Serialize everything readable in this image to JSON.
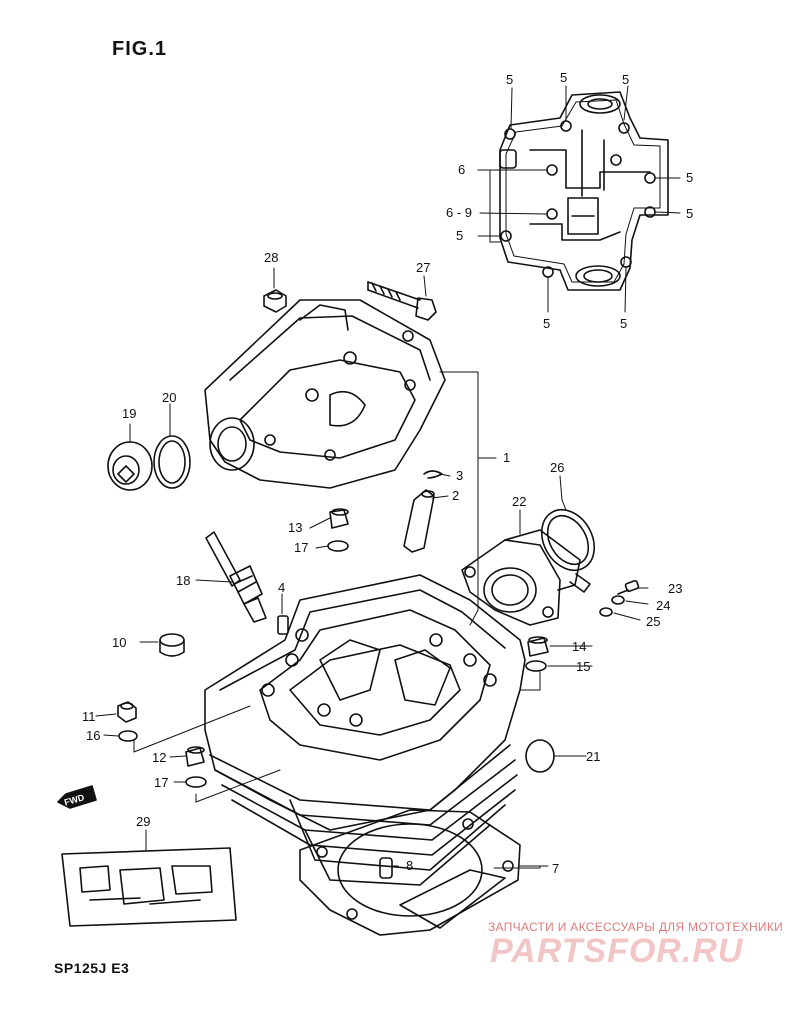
{
  "figure": {
    "title": "FIG.1",
    "model": "SP125J  E3"
  },
  "watermark": {
    "tagline": "ЗАПЧАСТИ И АКСЕССУАРЫ ДЛЯ МОТОТЕХНИКИ",
    "logo": "PARTSFOR.RU",
    "color": "#e07a7a"
  },
  "fwd_label": "FWD",
  "callouts": {
    "c1": "1",
    "c2": "2",
    "c3": "3",
    "c4": "4",
    "c5": "5",
    "c6": "6",
    "c6_9": "6 - 9",
    "c7": "7",
    "c8": "8",
    "c10": "10",
    "c11": "11",
    "c12": "12",
    "c13": "13",
    "c14": "14",
    "c15": "15",
    "c16": "16",
    "c17": "17",
    "c18": "18",
    "c19": "19",
    "c20": "20",
    "c21": "21",
    "c22": "22",
    "c23": "23",
    "c24": "24",
    "c25": "25",
    "c26": "26",
    "c27": "27",
    "c28": "28",
    "c29": "29"
  }
}
